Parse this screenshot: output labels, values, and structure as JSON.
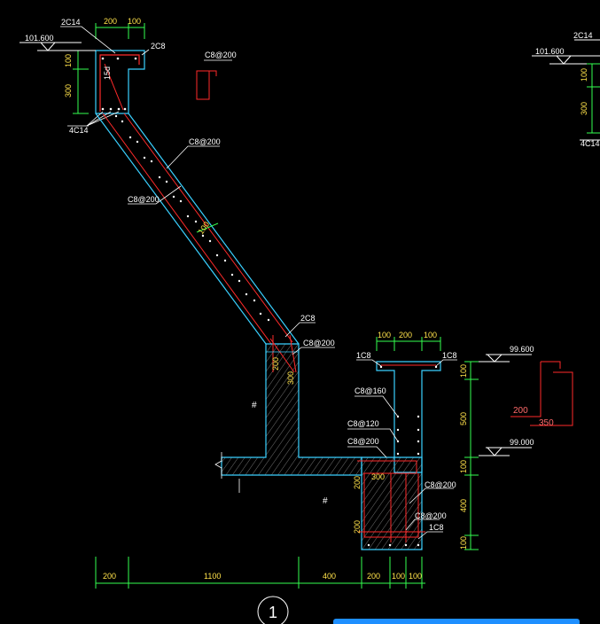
{
  "drawing": {
    "section_number": "1",
    "colors": {
      "concrete_outline": "#3ad0ff",
      "rebar": "#ff2a2a",
      "dimension": "#34ff4f",
      "leader": "#ffffff",
      "hatch": "#9a9a9a",
      "stirrup_detail": "#ff2a2a"
    },
    "top_beam": {
      "elevation": "101.600",
      "top_bar_label": "2C14",
      "side_bar_label": "2C8",
      "bottom_bar_label": "4C14",
      "anchorage_label": "15d",
      "dim_width_1": "200",
      "dim_width_2": "100",
      "dim_height_1": "100",
      "dim_height_2": "300",
      "stirrup_label": "C8@200"
    },
    "slab": {
      "upper_bar_label": "C8@200",
      "lower_bar_label": "C8@200",
      "thickness_label": "100"
    },
    "lower_wall": {
      "top_bar_label": "2C8",
      "stirrup_label": "C8@200",
      "dim_1": "200",
      "dim_2": "300"
    },
    "right_beam": {
      "top_bar_left_label": "1C8",
      "top_bar_right_label": "1C8",
      "dim_top_1": "100",
      "dim_top_2": "200",
      "dim_top_3": "100",
      "elevation_top": "99.600",
      "elevation_bottom": "99.000",
      "stirrup_1": "C8@160",
      "stirrup_2": "C8@120",
      "stirrup_3": "C8@200",
      "stirrup_4": "C8@200",
      "stirrup_5": "C8@200",
      "bottom_bar_label": "1C8",
      "dim_side_1": "100",
      "dim_side_2": "500",
      "dim_side_3": "100",
      "dim_side_4": "400",
      "dim_side_5": "100",
      "web_dim_1": "200",
      "web_dim_2": "300",
      "web_dim_3": "200",
      "stirrup_dim_1": "200",
      "stirrup_dim_2": "350"
    },
    "bottom_dims": [
      "200",
      "1100",
      "400",
      "200",
      "100",
      "100"
    ],
    "right_partial": {
      "elevation": "101.600",
      "top_bar_label": "2C14",
      "bottom_bar_label": "4C14",
      "dim_1": "100",
      "dim_2": "300"
    },
    "embedded_symbol": "#"
  }
}
